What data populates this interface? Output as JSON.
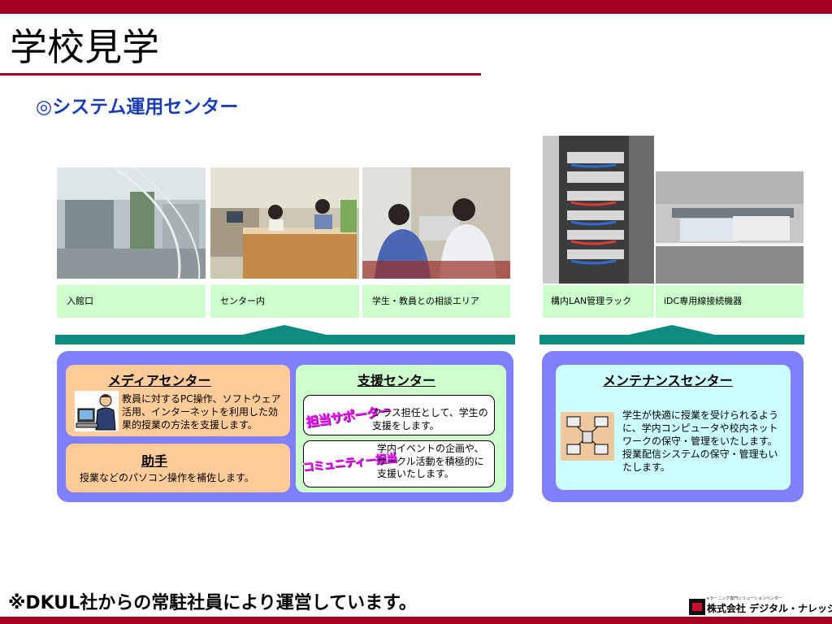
{
  "title": "学校見学",
  "subtitle": "◎システム運用センター",
  "captions": {
    "entrance": "入館口",
    "center": "センター内",
    "consult": "学生・教員との相談エリア",
    "lan": "構内LAN管理ラック",
    "idc": "iDC専用線接続機器"
  },
  "media": {
    "title": "メディアセンター",
    "text": "教員に対するPC操作、ソフトウェア活用、インターネットを利用した効果的授業の方法を支援します。"
  },
  "assistant": {
    "title": "助手",
    "text": "授業などのパソコン操作を補佐します。"
  },
  "support": {
    "title": "支援センター",
    "tanto_label": "担当サポーター",
    "tanto_text": "クラス担任として、学生の支援をします。",
    "community_label": "コミュニティー担当",
    "community_text": "学内イベントの企画や、サークル活動を積極的に支援いたします。"
  },
  "maintenance": {
    "title": "メンテナンスセンター",
    "text": "学生が快適に授業を受けられるように、学内コンピュータや校内ネットワークの保守・管理をいたします。授業配信システムの保守・管理もいたします。"
  },
  "footer_note": "※DKUL社からの常駐社員により運営しています。",
  "logo": {
    "tagline": "eラーニング専門ソリューションベンダー",
    "name": "株式会社 デジタル・ナレッジ"
  },
  "colors": {
    "brand": "#a50021",
    "subtitle": "#1a3cb4",
    "panel": "#8080ff",
    "caption_bg": "#ccffcc",
    "media_bg": "#ffcc99",
    "support_bg": "#ccffcc",
    "maint_bg": "#ccffff"
  }
}
